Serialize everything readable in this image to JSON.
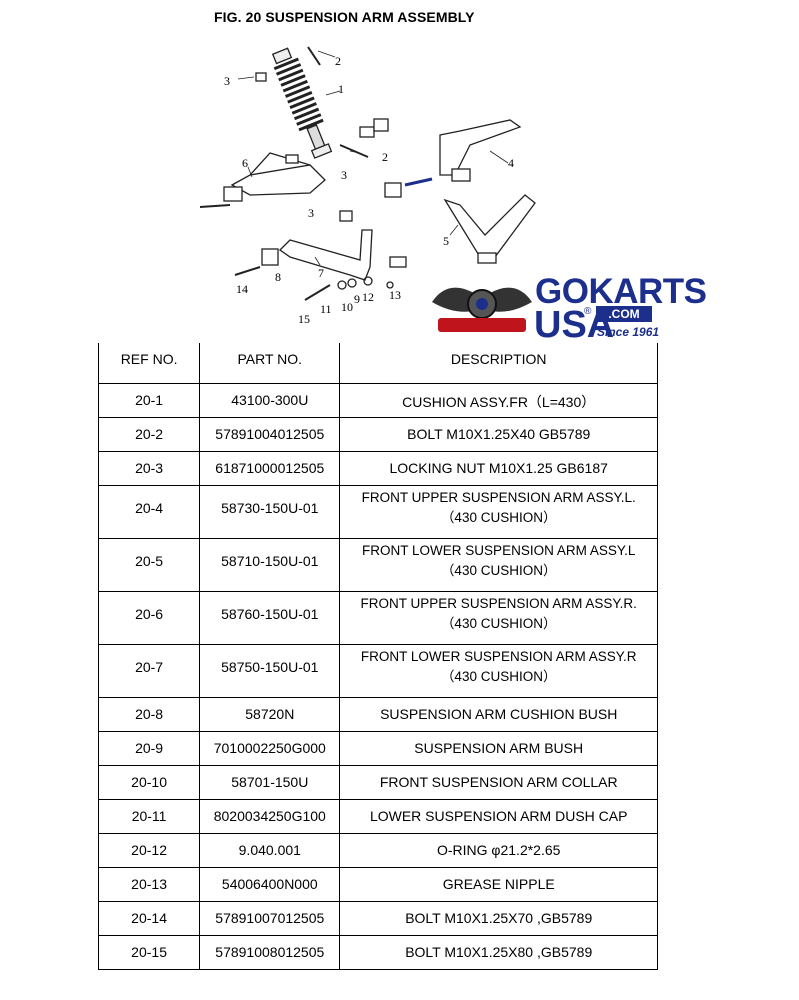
{
  "title": "FIG. 20 SUSPENSION ARM ASSEMBLY",
  "diagram": {
    "callouts": [
      "1",
      "2",
      "3",
      "2",
      "6",
      "3",
      "4",
      "3",
      "5",
      "7",
      "8",
      "14",
      "11",
      "10",
      "9",
      "12",
      "13",
      "15"
    ]
  },
  "logo": {
    "line1": "GOKARTS",
    "line2": "USA",
    "com": ".COM",
    "reg": "®",
    "since": "Since 1961",
    "badge": "GOKARTS USA"
  },
  "table": {
    "headers": [
      "REF NO.",
      "PART NO.",
      "DESCRIPTION"
    ],
    "rows": [
      {
        "ref": "20-1",
        "part": "43100-300U",
        "desc": "CUSHION ASSY.FR（L=430）",
        "desc2": ""
      },
      {
        "ref": "20-2",
        "part": "57891004012505",
        "desc": "BOLT M10X1.25X40 GB5789",
        "desc2": ""
      },
      {
        "ref": "20-3",
        "part": "61871000012505",
        "desc": "LOCKING NUT M10X1.25 GB6187",
        "desc2": ""
      },
      {
        "ref": "20-4",
        "part": "58730-150U-01",
        "desc": "FRONT UPPER SUSPENSION ARM ASSY.L.",
        "desc2": "（430 CUSHION）"
      },
      {
        "ref": "20-5",
        "part": "58710-150U-01",
        "desc": "FRONT LOWER SUSPENSION ARM ASSY.L",
        "desc2": "（430 CUSHION）"
      },
      {
        "ref": "20-6",
        "part": "58760-150U-01",
        "desc": "FRONT UPPER SUSPENSION ARM ASSY.R.",
        "desc2": "（430 CUSHION）"
      },
      {
        "ref": "20-7",
        "part": "58750-150U-01",
        "desc": "FRONT LOWER SUSPENSION ARM ASSY.R",
        "desc2": "（430 CUSHION）"
      },
      {
        "ref": "20-8",
        "part": "58720N",
        "desc": "SUSPENSION ARM CUSHION BUSH",
        "desc2": ""
      },
      {
        "ref": "20-9",
        "part": "7010002250G000",
        "desc": "SUSPENSION ARM BUSH",
        "desc2": ""
      },
      {
        "ref": "20-10",
        "part": "58701-150U",
        "desc": "FRONT SUSPENSION ARM COLLAR",
        "desc2": ""
      },
      {
        "ref": "20-11",
        "part": "8020034250G100",
        "desc": "LOWER SUSPENSION ARM DUSH CAP",
        "desc2": ""
      },
      {
        "ref": "20-12",
        "part": "9.040.001",
        "desc": "O-RING φ21.2*2.65",
        "desc2": ""
      },
      {
        "ref": "20-13",
        "part": "54006400N000",
        "desc": "GREASE NIPPLE",
        "desc2": ""
      },
      {
        "ref": "20-14",
        "part": "57891007012505",
        "desc": "BOLT M10X1.25X70 ,GB5789",
        "desc2": ""
      },
      {
        "ref": "20-15",
        "part": "57891008012505",
        "desc": "BOLT M10X1.25X80 ,GB5789",
        "desc2": ""
      }
    ]
  }
}
